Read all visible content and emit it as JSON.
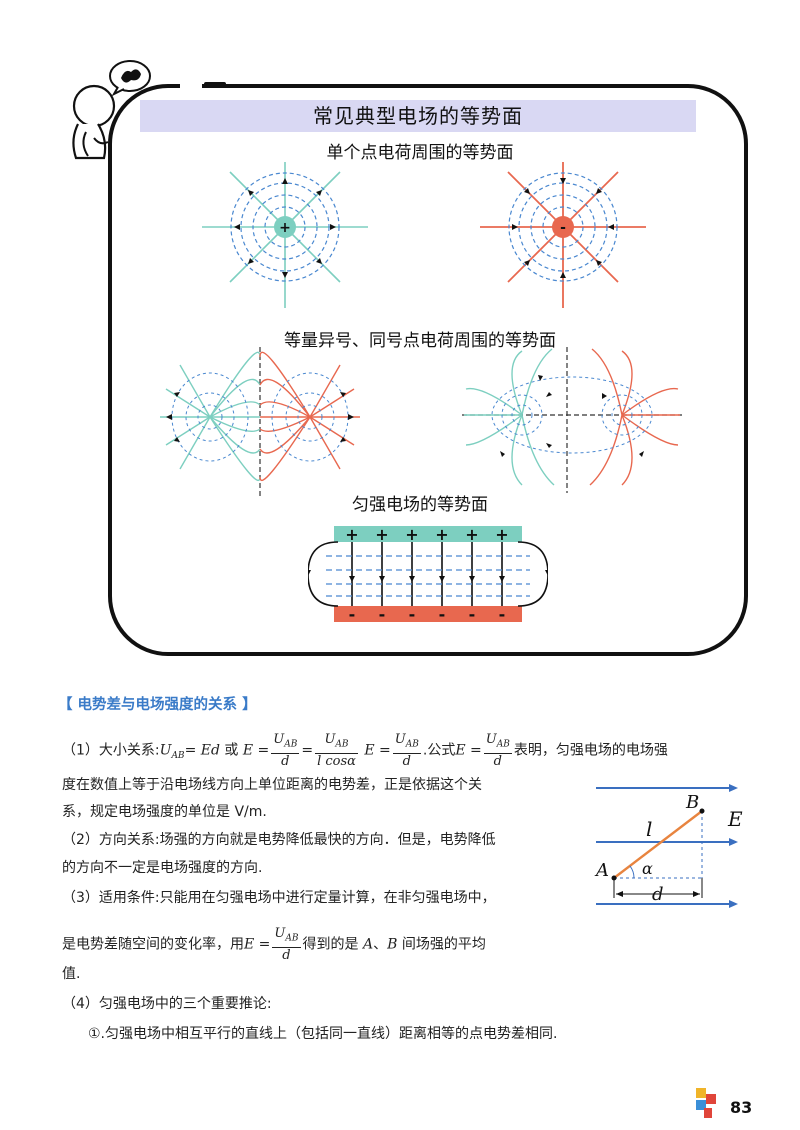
{
  "box": {
    "title": "常见典型电场的等势面",
    "sub1": "单个点电荷周围的等势面",
    "sub2": "等量异号、同号点电荷周围的等势面",
    "sub3": "匀强电场的等势面",
    "pos_sign": "+",
    "neg_sign": "-",
    "plate_plus": [
      "+",
      "+",
      "+",
      "+",
      "+",
      "+"
    ],
    "plate_minus": [
      "-",
      "-",
      "-",
      "-",
      "-",
      "-"
    ]
  },
  "section": {
    "heading": "【 电势差与电场强度的关系 】",
    "p1_prefix": "（1）大小关系:",
    "p1_eq1": "U",
    "p1_eq1_sub": "AB",
    "p1_eq1_rest": "= Ed",
    "p1_or": "或",
    "p1_E": "E =",
    "frac_UAB": "U",
    "frac_UAB_sub": "AB",
    "frac_d": "d",
    "frac_lcos": "l cosα",
    "p1_dot": ".公式",
    "p1_tail": "表明，匀强电场的电场强",
    "p1_line2": "度在数值上等于沿电场线方向上单位距离的电势差，正是依据这个关",
    "p1_line3": "系，规定电场强度的单位是 V/m.",
    "p2_line1": "（2）方向关系:场强的方向就是电势降低最快的方向．但是，电势降低",
    "p2_line2": "的方向不一定是电场强度的方向.",
    "p3_line1": "（3）适用条件:只能用在匀强电场中进行定量计算，在非匀强电场中，",
    "p3_line2_a": "是电势差随空间的变化率，用",
    "p3_line2_b": "得到的是",
    "p3_A": "A",
    "p3_sep": "、",
    "p3_B": "B",
    "p3_line2_c": "间场强的平均",
    "p3_line3": "值.",
    "p4_line1": "（4）匀强电场中的三个重要推论:",
    "p4_item1": "①.匀强电场中相互平行的直线上（包括同一直线）距离相等的点电势差相同."
  },
  "figure": {
    "label_A": "A",
    "label_B": "B",
    "label_E": "E",
    "label_l": "l",
    "label_alpha": "α",
    "label_d": "d"
  },
  "page_number": "83",
  "colors": {
    "teal": "#7dcfc0",
    "red": "#e8684f",
    "dash_blue": "#4a88d0",
    "band": "#d9d8f3",
    "heading_blue": "#3a7bc8",
    "arrow_blue": "#3a6fc0"
  }
}
